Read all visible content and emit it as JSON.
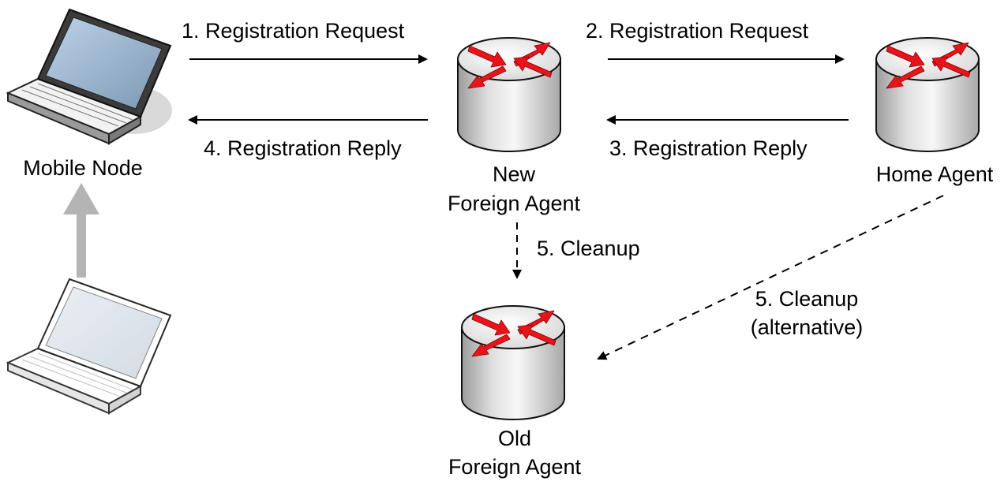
{
  "nodes": {
    "mobile_node": {
      "label": "Mobile Node"
    },
    "new_foreign_agent": {
      "label_line1": "New",
      "label_line2": "Foreign Agent"
    },
    "home_agent": {
      "label": "Home Agent"
    },
    "old_foreign_agent": {
      "label_line1": "Old",
      "label_line2": "Foreign Agent"
    }
  },
  "messages": {
    "step1": "1. Registration Request",
    "step2": "2. Registration Request",
    "step3": "3. Registration Reply",
    "step4": "4. Registration Reply",
    "step5": "5. Cleanup",
    "step5_alt_line1": "5. Cleanup",
    "step5_alt_line2": "(alternative)"
  },
  "colors": {
    "router_arrow": "#e8141c",
    "router_body": "#e6e6e6",
    "movement_arrow": "#b4b4b4"
  }
}
